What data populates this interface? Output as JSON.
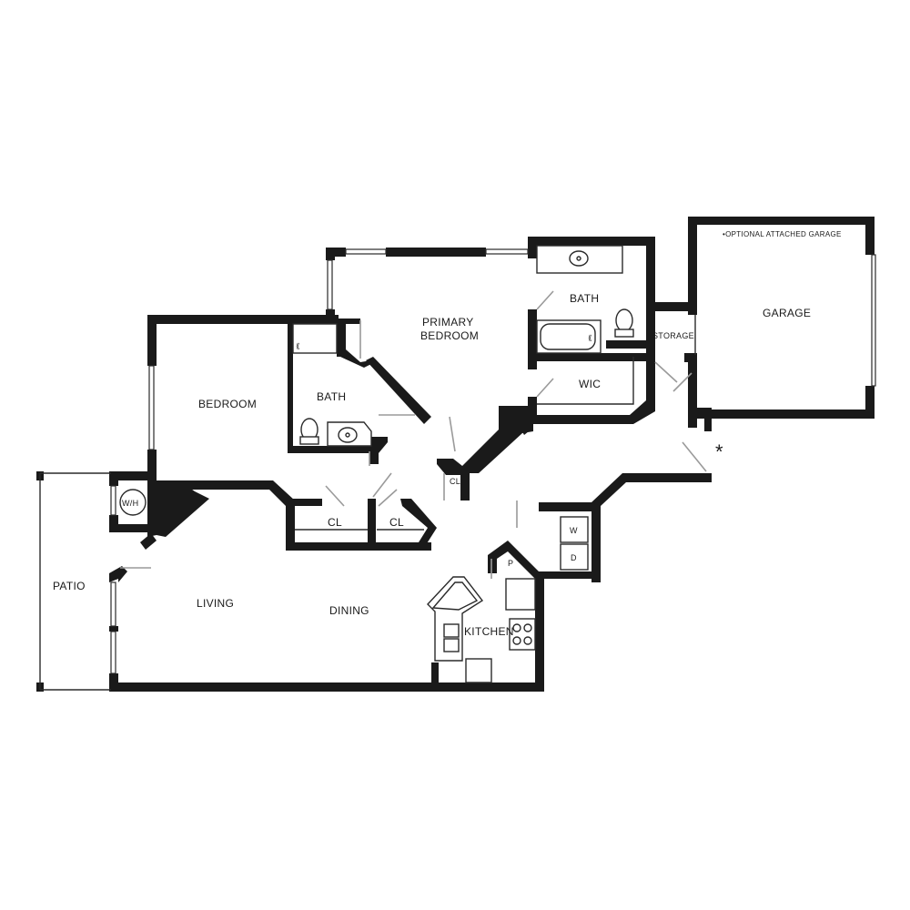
{
  "colors": {
    "wall": "#1a1a1a",
    "background": "#ffffff",
    "fixture_line": "#2a2a2a",
    "door_swing": "#9a9a9a"
  },
  "rooms": {
    "primary_bedroom_line1": "PRIMARY",
    "primary_bedroom_line2": "BEDROOM",
    "bath_primary": "BATH",
    "bath_secondary": "BATH",
    "bedroom": "BEDROOM",
    "wic": "WIC",
    "storage": "STORAGE",
    "garage": "GARAGE",
    "closet_hall": "CL",
    "closet_left": "CL",
    "closet_right": "CL",
    "water_heater": "W/H",
    "patio": "PATIO",
    "living": "LIVING",
    "dining": "DINING",
    "kitchen": "KITCHEN",
    "pantry": "P",
    "washer": "W",
    "dryer": "D"
  },
  "notes": {
    "garage_note": "•OPTIONAL ATTACHED GARAGE",
    "asterisk": "*"
  },
  "icons": [
    "toilet-icon",
    "sink-icon",
    "bathtub-icon",
    "stove-icon",
    "kitchen-sink-icon",
    "shower-head-icon"
  ]
}
